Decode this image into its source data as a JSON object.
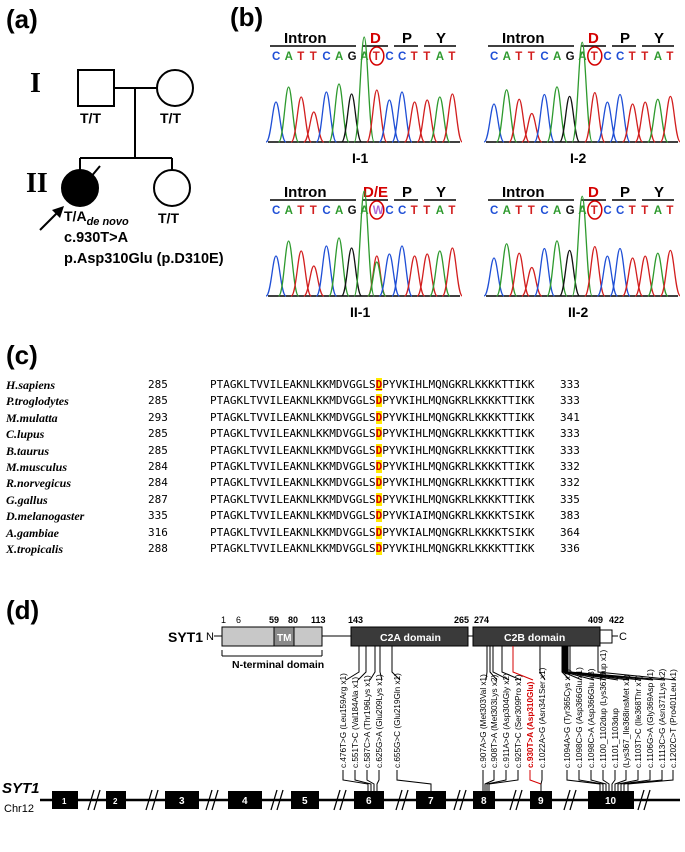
{
  "panels": {
    "a": "(a)",
    "b": "(b)",
    "c": "(c)",
    "d": "(d)"
  },
  "pedigree": {
    "gen1": "I",
    "gen2": "II",
    "i1_genotype": "T/T",
    "i2_genotype": "T/T",
    "ii1_genotype_main": "T/A",
    "ii1_genotype_sub": "de novo",
    "ii2_genotype": "T/T",
    "variant_cdna": "c.930T>A",
    "variant_protein": "p.Asp310Glu (p.D310E)"
  },
  "chromatograms": {
    "sequence": [
      "C",
      "A",
      "T",
      "T",
      "C",
      "A",
      "G",
      "A",
      "T",
      "C",
      "C",
      "T",
      "T",
      "A",
      "T"
    ],
    "mutant_sequence": [
      "C",
      "A",
      "T",
      "T",
      "C",
      "A",
      "G",
      "A",
      "W",
      "C",
      "C",
      "T",
      "T",
      "A",
      "T"
    ],
    "traces": [
      {
        "id": "I-1",
        "label": "I-1",
        "header": [
          "Intron",
          "D",
          "P",
          "Y"
        ],
        "mutant": false
      },
      {
        "id": "I-2",
        "label": "I-2",
        "header": [
          "Intron",
          "D",
          "P",
          "Y"
        ],
        "mutant": false
      },
      {
        "id": "II-1",
        "label": "II-1",
        "header": [
          "Intron",
          "D/E",
          "P",
          "Y"
        ],
        "mutant": true
      },
      {
        "id": "II-2",
        "label": "II-2",
        "header": [
          "Intron",
          "D",
          "P",
          "Y"
        ],
        "mutant": false
      }
    ]
  },
  "alignment": {
    "highlight_residue": "D",
    "rows": [
      {
        "species": "H.sapiens",
        "start": "285",
        "pre": "PTAGKLTVVILEAKNLKKMDVGGLS",
        "post": "PYVKIHLMQNGKRLKKKKTTIKK",
        "end": "333"
      },
      {
        "species": "P.troglodytes",
        "start": "285",
        "pre": "PTAGKLTVVILEAKNLKKMDVGGLS",
        "post": "PYVKIHLMQNGKRLKKKKTTIKK",
        "end": "333"
      },
      {
        "species": "M.mulatta",
        "start": "293",
        "pre": "PTAGKLTVVILEAKNLKKMDVGGLS",
        "post": "PYVKIHLMQNGKRLKKKKTTIKK",
        "end": "341"
      },
      {
        "species": "C.lupus",
        "start": "285",
        "pre": "PTAGKLTVVILEAKNLKKMDVGGLS",
        "post": "PYVKIHLMQNGKRLKKKKTTIKK",
        "end": "333"
      },
      {
        "species": "B.taurus",
        "start": "285",
        "pre": "PTAGKLTVVILEAKNLKKMDVGGLS",
        "post": "PYVKIHLMQNGKRLKKKKTTIKK",
        "end": "333"
      },
      {
        "species": "M.musculus",
        "start": "284",
        "pre": "PTAGKLTVVILEAKNLKKMDVGGLS",
        "post": "PYVKIHLMQNGKRLKKKKTTIKK",
        "end": "332"
      },
      {
        "species": "R.norvegicus",
        "start": "284",
        "pre": "PTAGKLTVVILEAKNLKKMDVGGLS",
        "post": "PYVKIHLMQNGKRLKKKKTTIKK",
        "end": "332"
      },
      {
        "species": "G.gallus",
        "start": "287",
        "pre": "PTAGKLTVVILEAKNLKKMDVGGLS",
        "post": "PYVKIHLMQNGKRLKKKKTTIKK",
        "end": "335"
      },
      {
        "species": "D.melanogaster",
        "start": "335",
        "pre": "PTAGKLTVVILEAKNLKKMDVGGLS",
        "post": "PYVKIAIMQNGKRLKKKKTSIKK",
        "end": "383"
      },
      {
        "species": "A.gambiae",
        "start": "316",
        "pre": "PTAGKLTVVILEAKNLKKMDVGGLS",
        "post": "PYVKIALMQNGKRLKKKKTSIKK",
        "end": "364"
      },
      {
        "species": "X.tropicalis",
        "start": "288",
        "pre": "PTAGKLTVVILEAKNLKKMDVGGLS",
        "post": "PYVKIHLMQNGKRLKKKKTTIKK",
        "end": "336"
      }
    ]
  },
  "protein": {
    "name": "SYT1",
    "n_term": "N",
    "c_term": "C",
    "positions": [
      "1",
      "6",
      "59",
      "80",
      "113",
      "143",
      "265",
      "274",
      "409",
      "422"
    ],
    "tm_label": "TM",
    "nterm_domain_label": "N-terminal domain",
    "c2a_label": "C2A domain",
    "c2b_label": "C2B domain"
  },
  "gene": {
    "name": "SYT1",
    "chromosome": "Chr12",
    "exons": [
      "1",
      "2",
      "3",
      "4",
      "5",
      "6",
      "7",
      "8",
      "9",
      "10"
    ]
  },
  "variants": [
    {
      "label": "c.476T>G (Leu159Arg x1)",
      "highlight": false
    },
    {
      "label": "c.551T>C (Val184Ala x1)",
      "highlight": false
    },
    {
      "label": "c.587C>A (Thr196Lys x1)",
      "highlight": false
    },
    {
      "label": "c.625G>A (Glu209Lys x1)",
      "highlight": false
    },
    {
      "label": "c.655G>C (Glu219Gln x1)",
      "highlight": false
    },
    {
      "label": "c.907A>G (Met303Val x1)",
      "highlight": false
    },
    {
      "label": "c.908T>A (Met303Lys x2)",
      "highlight": false
    },
    {
      "label": "c.911A>G (Asp304Gly x2)",
      "highlight": false
    },
    {
      "label": "c.925T>C (Ser309Pro x1)",
      "highlight": false
    },
    {
      "label": "c.930T>A (Asp310Glu)",
      "highlight": true
    },
    {
      "label": "c.1022A>G (Asn341Ser x1)",
      "highlight": false
    },
    {
      "label": "c.1094A>G (Tyr365Cys x1)",
      "highlight": false
    },
    {
      "label": "c.1098C>G (Asp366Glu x1)",
      "highlight": false
    },
    {
      "label": "c.1098C>A (Asp366Glu x3)",
      "highlight": false
    },
    {
      "label": "c.1100_1102dup (Lys367dup x1)",
      "highlight": false
    },
    {
      "label": "c.1101_1103dup",
      "highlight": false
    },
    {
      "label": "(Lys367_Ile368insMet x1)",
      "highlight": false
    },
    {
      "label": "c.1103T>C (Ile368Thr x7)",
      "highlight": false
    },
    {
      "label": "c.1106G>A (Gly369Asp x1)",
      "highlight": false
    },
    {
      "label": "c.1113C>G (Asn371Lys x2)",
      "highlight": false
    },
    {
      "label": "c.1202C>T (Pro401Leu x1)",
      "highlight": false
    }
  ],
  "colors": {
    "A": "#2e9a2e",
    "C": "#1f4fd6",
    "G": "#111111",
    "T": "#d21f1f",
    "W": "#b06ad6",
    "highlight": "#ffea00",
    "mutation_red": "#d40000",
    "domain_dark": "#3a3a3a",
    "domain_light": "#c8c8c8",
    "tm_gray": "#8a8a8a"
  }
}
